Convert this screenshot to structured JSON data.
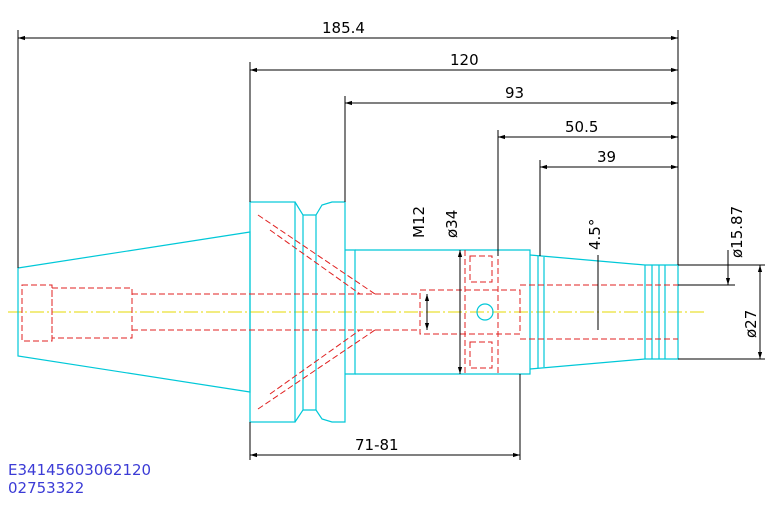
{
  "colors": {
    "outline": "#00c8d8",
    "hidden": "#e02020",
    "centerline": "#e6d800",
    "dimension": "#000000",
    "code_text": "#3b3bd6"
  },
  "dimensions": {
    "overall_length": "185.4",
    "length_120": "120",
    "length_93": "93",
    "length_50_5": "50.5",
    "length_39": "39",
    "thread": "M12",
    "bore_diameter": "ø34",
    "taper_angle": "4.5°",
    "tip_diameter": "ø15.87",
    "nose_diameter": "ø27",
    "bottom_length": "71-81"
  },
  "part_code": {
    "line1": "E34145603062120",
    "line2": "02753322"
  }
}
